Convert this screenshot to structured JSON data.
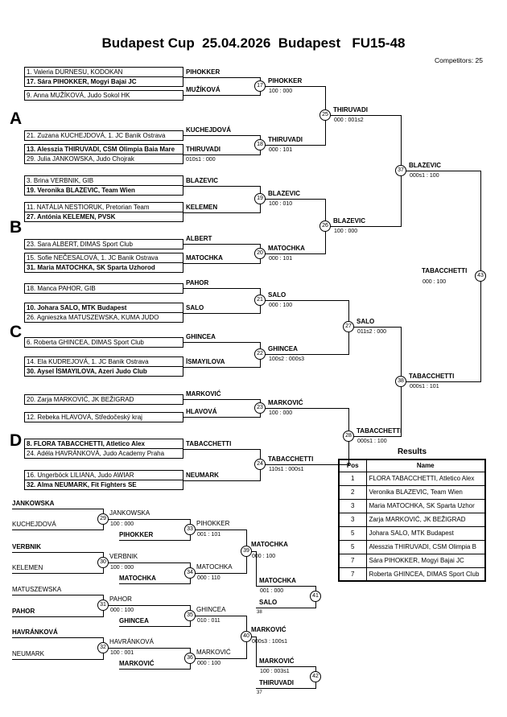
{
  "header": {
    "title": "Budapest Cup  25.04.2026  Budapest   FU15-48",
    "competitors": "Competitors: 25"
  },
  "groups": {
    "a": "A",
    "b": "B",
    "c": "C",
    "d": "D"
  },
  "competitors": [
    "1. Valeria DURNESU, KODOKAN",
    "17. Sára PIHOKKER, Mogyi Bajai JC",
    "9. Anna MUŽÍKOVÁ, Judo Sokol HK",
    "21. Zuzana KUCHEJDOVÁ, 1. JC Banik Ostrava",
    "13. Alesszia THIRUVADI, CSM Olimpia Baia Mare",
    "29. Julia JANKOWSKA, Judo Chojrak",
    "3. Brina VERBNIK, GIB",
    "19. Veronika BLAZEVIC, Team Wien",
    "11. NATÁLIA NESTIORUK, Pretorian Team",
    "27. Antónia KELEMEN, PVSK",
    "23. Sara ALBERT, DIMAS Sport Club",
    "15. Sofie NEČESALOVÁ, 1. JC Banik Ostrava",
    "31. Maria MATOCHKA, SK Sparta Uzhorod",
    "18. Manca PAHOR, GIB",
    "10. Johara SALO, MTK Budapest",
    "26. Agnieszka MATUSZEWSKA, KUMA JUDO",
    "6. Roberta GHINCEA, DIMAS Sport Club",
    "14. Ela KUDREJOVÁ, 1. JC Banik Ostrava",
    "30. Aysel İSMAYILOVA, Azeri Judo Club",
    "20. Zarja MARKOVIĆ, JK BEŽIGRAD",
    "12. Rebeka HLAVOVÁ, Středočeský kraj",
    "8. FLORA TABACCHETTI, Atletico Alex",
    "24. Adéla HAVRÁNKOVÁ, Judo Academy Praha",
    "16. Ungerböck LILIANA, Judo AWIAR",
    "32. Alma NEUMARK, Fit Fighters SE"
  ],
  "round1": {
    "a1": "PIHOKKER",
    "a2": "MUŽÍKOVÁ",
    "a3": "KUCHEJDOVÁ",
    "a4": "THIRUVADI",
    "a4_score": "010s1 : 000",
    "b1": "BLAZEVIC",
    "b2": "KELEMEN",
    "b3": "ALBERT",
    "b4": "MATOCHKA",
    "c1": "PAHOR",
    "c2": "SALO",
    "c3": "GHINCEA",
    "c4": "İSMAYILOVA",
    "d1": "MARKOVIĆ",
    "d2": "HLAVOVÁ",
    "d3": "TABACCHETTI",
    "d4": "NEUMARK"
  },
  "matches": {
    "m17": {
      "no": "17",
      "winner": "PIHOKKER",
      "score": "100 : 000"
    },
    "m18": {
      "no": "18",
      "winner": "THIRUVADI",
      "score": "000 : 101"
    },
    "m19": {
      "no": "19",
      "winner": "BLAZEVIC",
      "score": "100 : 010"
    },
    "m20": {
      "no": "20",
      "winner": "MATOCHKA",
      "score": "000 : 101"
    },
    "m21": {
      "no": "21",
      "winner": "SALO",
      "score": "000 : 100"
    },
    "m22": {
      "no": "22",
      "winner": "GHINCEA",
      "score": "100s2 : 000s3"
    },
    "m23": {
      "no": "23",
      "winner": "MARKOVIĆ",
      "score": "100 : 000"
    },
    "m24": {
      "no": "24",
      "winner": "TABACCHETTI",
      "score": "110s1 : 000s1"
    },
    "m25": {
      "no": "25",
      "winner": "THIRUVADI",
      "score": "000 : 001s2"
    },
    "m26": {
      "no": "26",
      "winner": "BLAZEVIC",
      "score": "100 : 000"
    },
    "m27": {
      "no": "27",
      "winner": "SALO",
      "score": "011s2 : 000"
    },
    "m28": {
      "no": "28",
      "winner": "TABACCHETTI",
      "score": "000s1 : 100"
    },
    "m29": {
      "no": "29",
      "winner": "JANKOWSKA",
      "score": "100 : 000"
    },
    "m30": {
      "no": "30",
      "winner": "VERBNIK",
      "score": "100 : 000"
    },
    "m31": {
      "no": "31",
      "winner": "PAHOR",
      "score": "000 : 100"
    },
    "m32": {
      "no": "32",
      "winner": "HAVRÁNKOVÁ",
      "score": "100 : 001"
    },
    "m33": {
      "no": "33",
      "winner": "PIHOKKER",
      "score": "001 : 101"
    },
    "m34": {
      "no": "34",
      "winner": "MATOCHKA",
      "score": "000 : 110"
    },
    "m35": {
      "no": "35",
      "winner": "GHINCEA",
      "score": "010 : 011"
    },
    "m36": {
      "no": "36",
      "winner": "MARKOVIĆ",
      "score": "000 : 100"
    },
    "m37": {
      "no": "37",
      "winner": "BLAZEVIC",
      "score": "000s1 : 100"
    },
    "m38": {
      "no": "38",
      "winner": "TABACCHETTI",
      "score": "000s1 : 101"
    },
    "m39": {
      "no": "39",
      "winner": "MATOCHKA",
      "score": "000 : 100"
    },
    "m40": {
      "no": "40",
      "winner": "MARKOVIĆ",
      "score": "000s3 : 100s1"
    },
    "m41": {
      "no": "41",
      "score": "001 : 000"
    },
    "m42": {
      "no": "42",
      "score": "100 : 003s1"
    },
    "m43": {
      "no": "43",
      "winner": "TABACCHETTI",
      "score": "000 : 100"
    }
  },
  "repechage": {
    "entrants_top": [
      "JANKOWSKA",
      "KUCHEJDOVÁ",
      "VERBNIK",
      "KELEMEN"
    ],
    "entrants_bottom": [
      "MATUSZEWSKA",
      "PAHOR",
      "HAVRÁNKOVÁ",
      "NEUMARK"
    ],
    "dropins": [
      "PIHOKKER",
      "MATOCHKA",
      "GHINCEA",
      "MARKOVIĆ"
    ],
    "bronze_top": {
      "a": "MATOCHKA",
      "b": "SALO",
      "b_from": "38"
    },
    "bronze_bottom": {
      "a": "MARKOVIĆ",
      "b": "THIRUVADI",
      "b_from": "37"
    }
  },
  "results": {
    "title": "Results",
    "columns": [
      "Pos",
      "Name"
    ],
    "rows": [
      {
        "pos": "1",
        "name": "FLORA TABACCHETTI, Atletico Alex"
      },
      {
        "pos": "2",
        "name": "Veronika BLAZEVIC, Team Wien"
      },
      {
        "pos": "3",
        "name": "Maria MATOCHKA, SK Sparta Uzhor"
      },
      {
        "pos": "3",
        "name": "Zarja MARKOVIĆ, JK BEŽIGRAD"
      },
      {
        "pos": "5",
        "name": "Johara SALO, MTK Budapest"
      },
      {
        "pos": "5",
        "name": "Alesszia THIRUVADI, CSM Olimpia B"
      },
      {
        "pos": "7",
        "name": "Sára PIHOKKER, Mogyi Bajai JC"
      },
      {
        "pos": "7",
        "name": "Roberta GHINCEA, DIMAS Sport Club"
      }
    ]
  }
}
